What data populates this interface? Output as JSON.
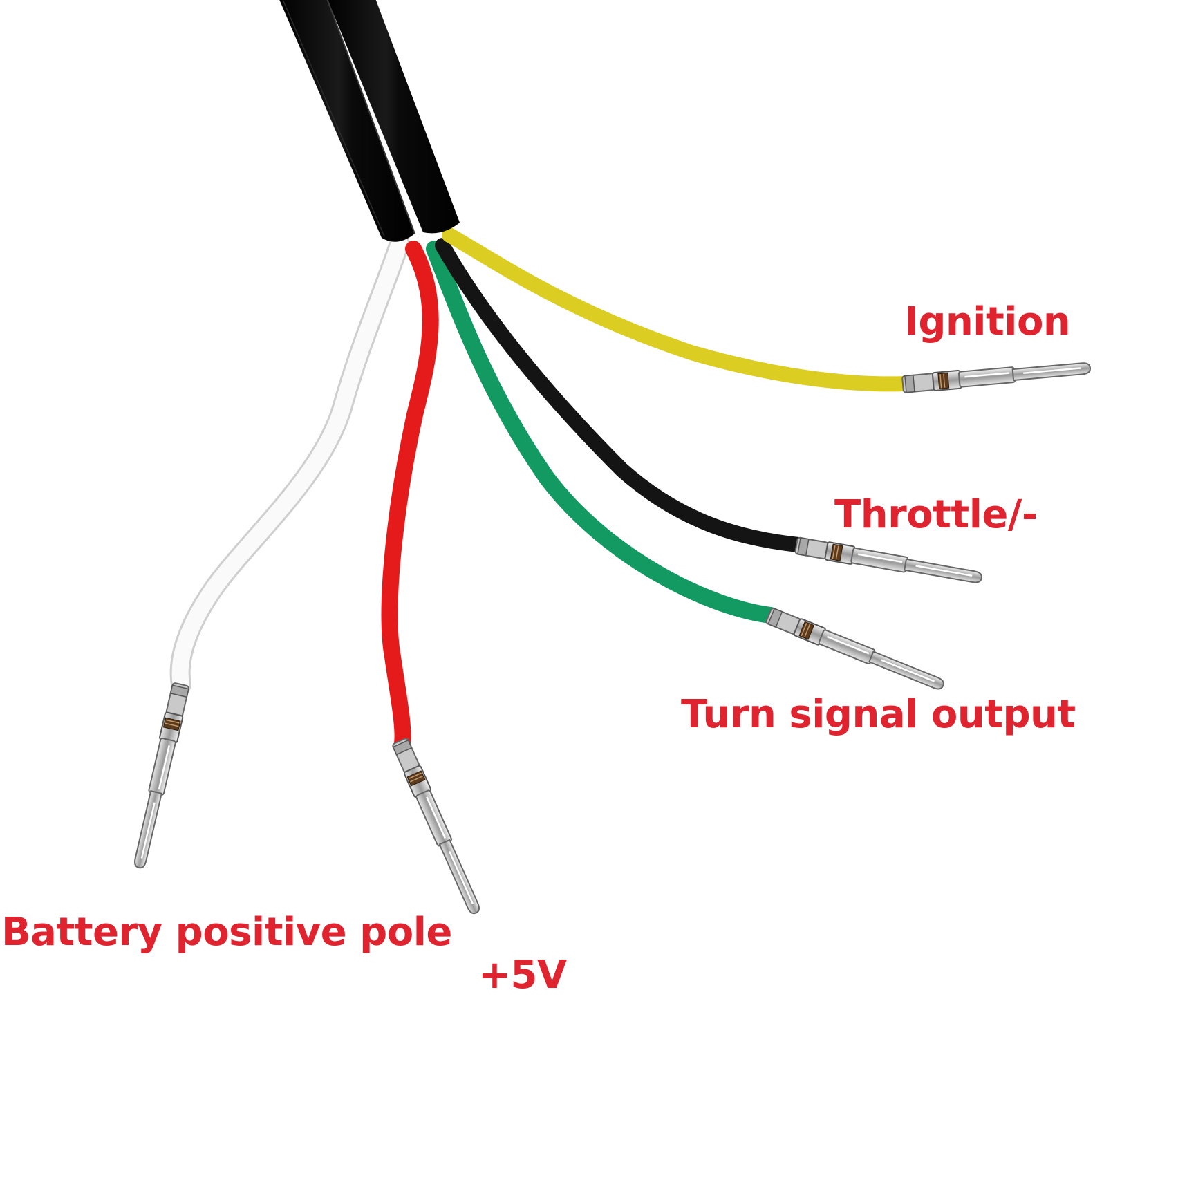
{
  "label_color": "#e0242f",
  "labels": {
    "ignition": "Ignition",
    "throttle": "Throttle/-",
    "turn_signal": "Turn signal output",
    "battery": "Battery positive pole",
    "plus5v": "+5V"
  },
  "wires": [
    {
      "name": "yellow",
      "color": "#dccd22",
      "function": "ignition"
    },
    {
      "name": "black",
      "color": "#141414",
      "function": "throttle"
    },
    {
      "name": "green",
      "color": "#129a62",
      "function": "turn_signal"
    },
    {
      "name": "red",
      "color": "#e51b1b",
      "function": "plus5v"
    },
    {
      "name": "white",
      "color": "#f4f4f4",
      "function": "battery"
    }
  ],
  "icons": [
    "cable-sheath-icon",
    "pin-terminal-icon"
  ]
}
